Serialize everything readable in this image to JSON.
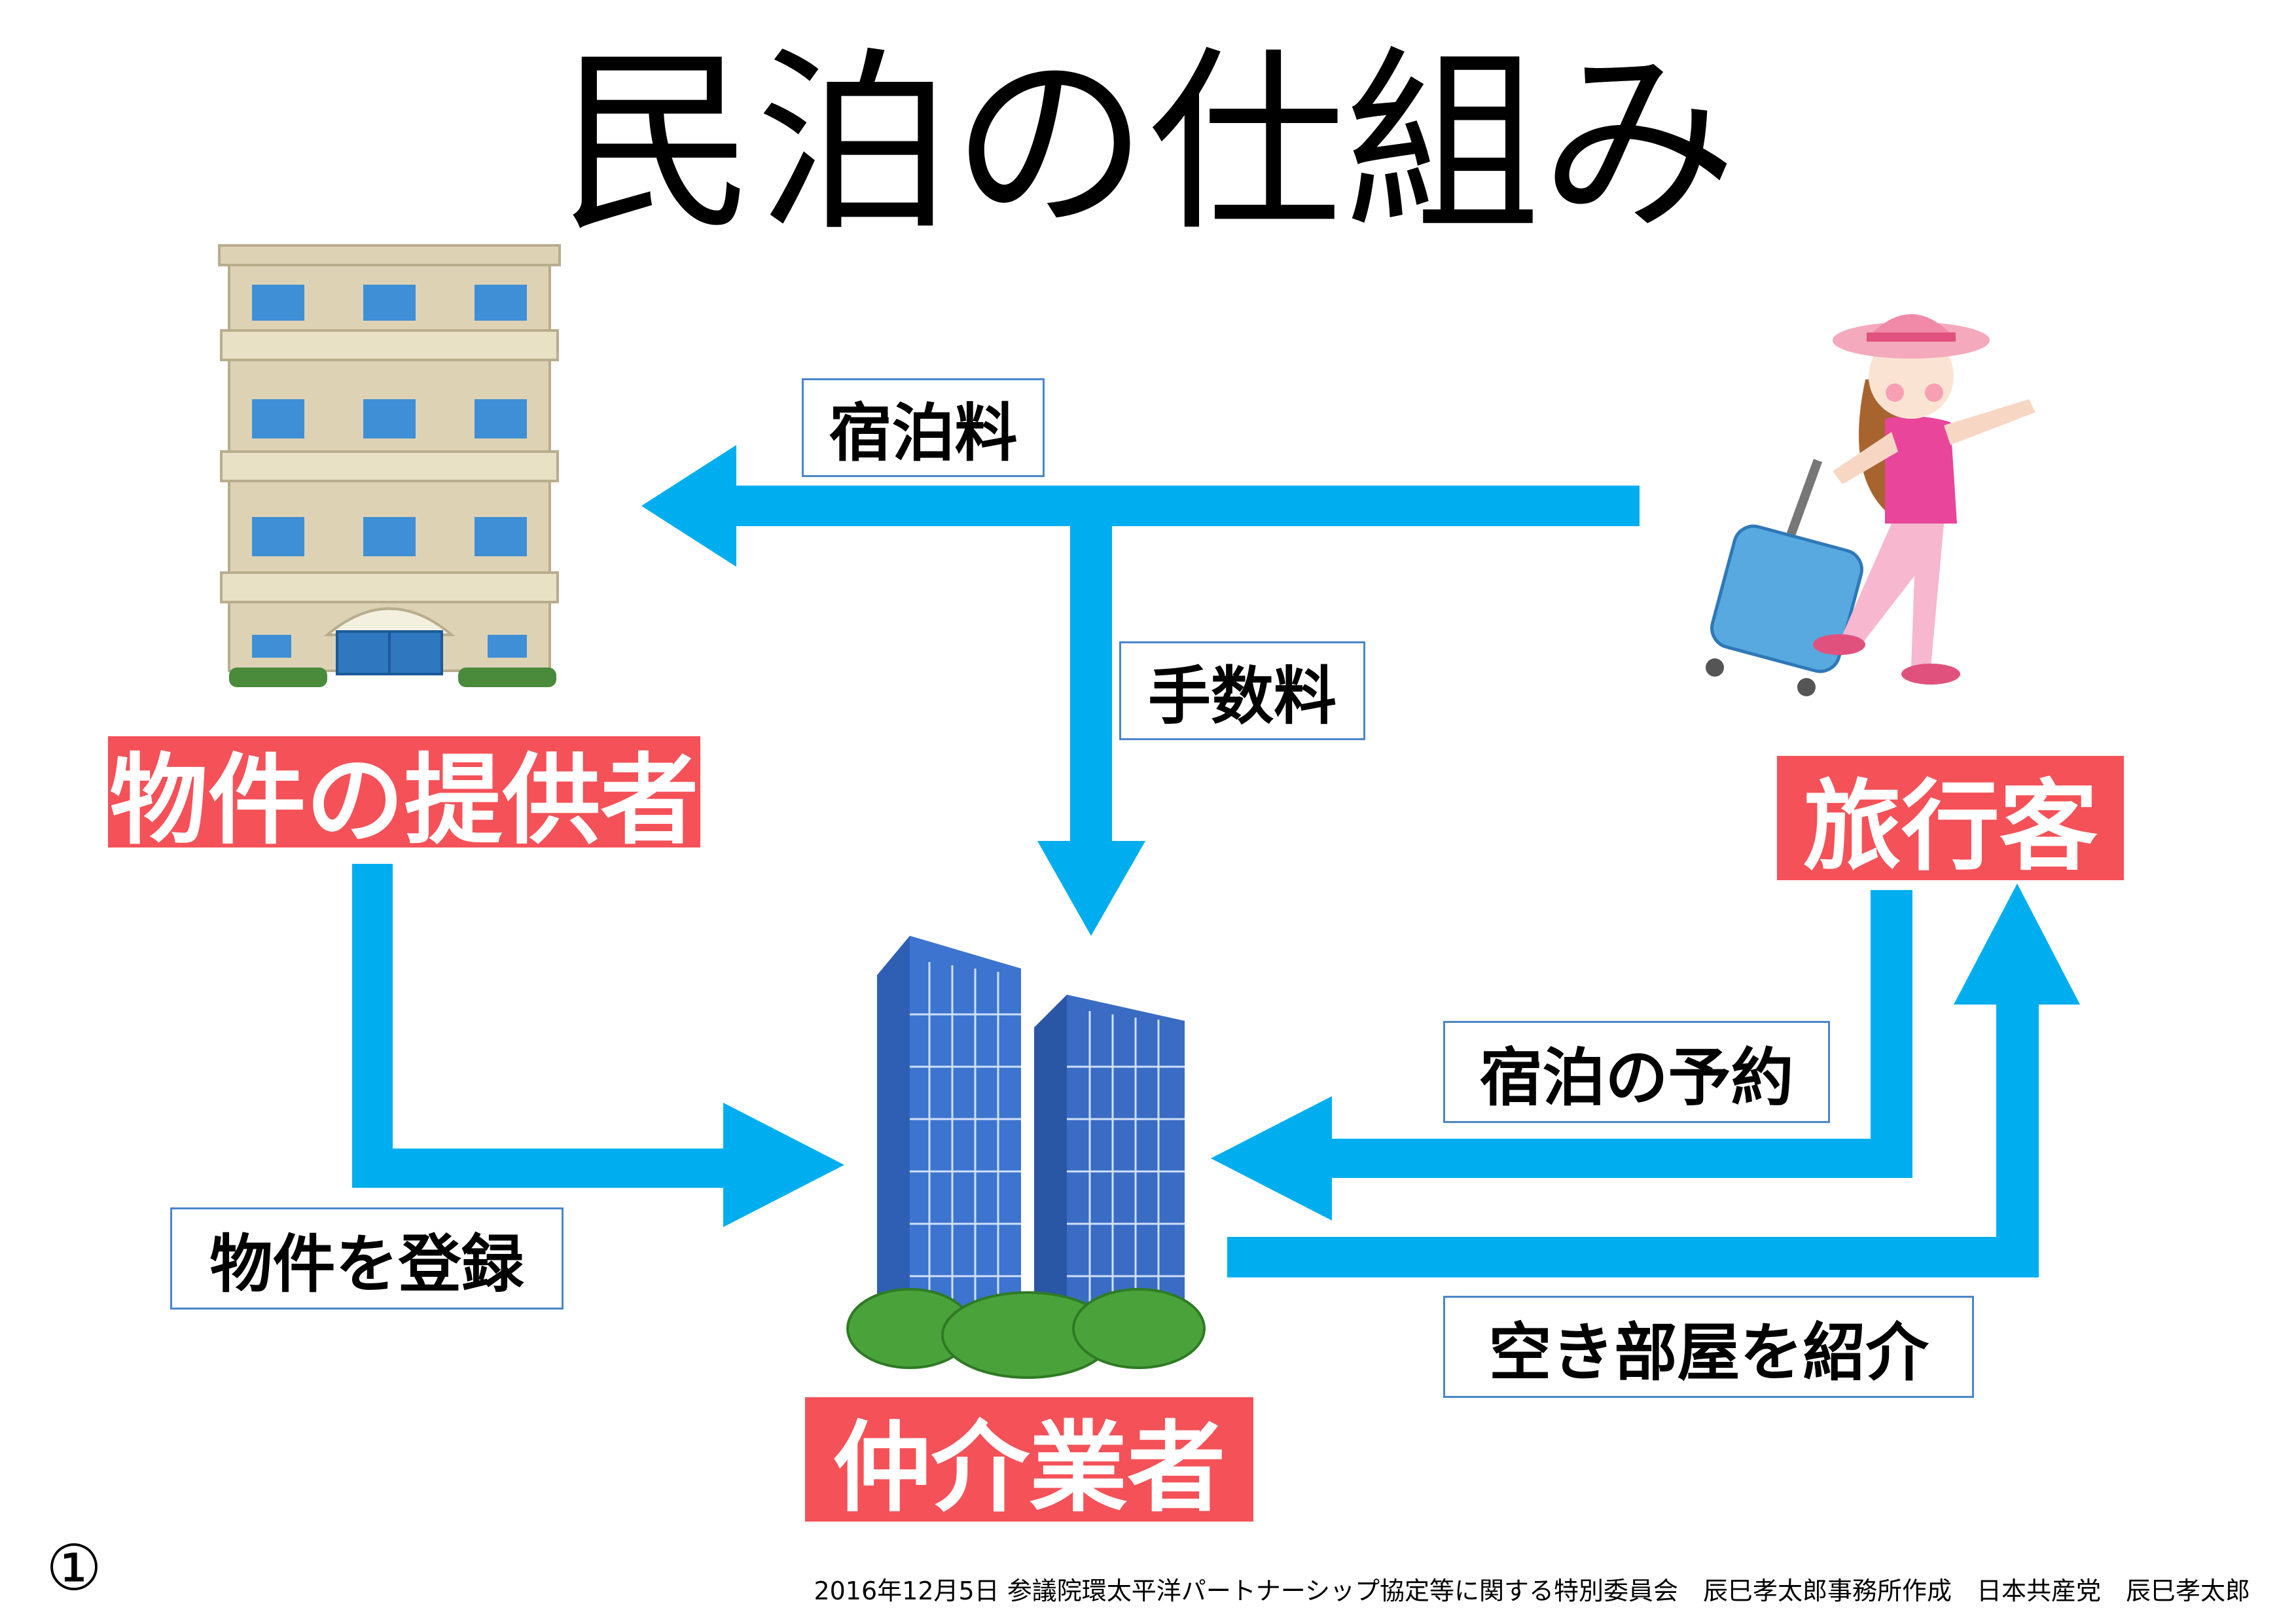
{
  "title": "民泊の仕組み",
  "actors": {
    "provider": "物件の提供者",
    "traveler": "旅行客",
    "broker": "仲介業者"
  },
  "flows": {
    "lodging_fee": "宿泊料",
    "commission": "手数料",
    "register_property": "物件を登録",
    "reserve": "宿泊の予約",
    "introduce_rooms": "空き部屋を紹介"
  },
  "circled_number": "①",
  "footer": "2016年12月5日 参議院環太平洋パートナーシップ協定等に関する特別委員会　辰巳孝太郎事務所作成　日本共産党　辰巳孝太郎",
  "colors": {
    "arrow": "#00aeef",
    "role_bg": "#f55158",
    "label_border": "#4a86c8"
  }
}
